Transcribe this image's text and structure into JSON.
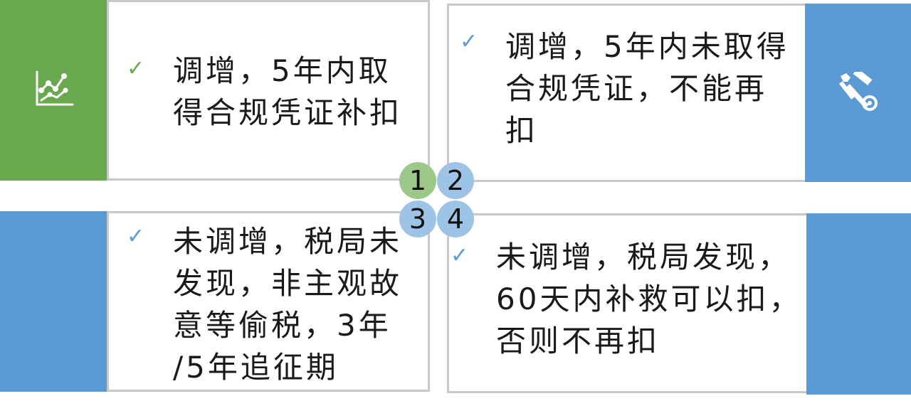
{
  "quadrants": [
    {
      "id": "q1",
      "number": "1",
      "check": "✓",
      "text": "调增，5年内取\n得合规凭证补扣",
      "icon": "chart-icon",
      "color": "#6aa84f"
    },
    {
      "id": "q2",
      "number": "2",
      "check": "✓",
      "text": "调增，5年内未取得\n合规凭证，不能再\n扣",
      "icon": "tools-icon",
      "color": "#5b9bd5"
    },
    {
      "id": "q3",
      "number": "3",
      "check": "✓",
      "text": "未调增，税局未\n发现，非主观故\n意等偷税，3年\n/5年追征期",
      "icon": "",
      "color": "#5b9bd5"
    },
    {
      "id": "q4",
      "number": "4",
      "check": "✓",
      "text": "未调增，税局发现，\n60天内补救可以扣，\n否则不再扣",
      "icon": "",
      "color": "#5b9bd5"
    }
  ]
}
